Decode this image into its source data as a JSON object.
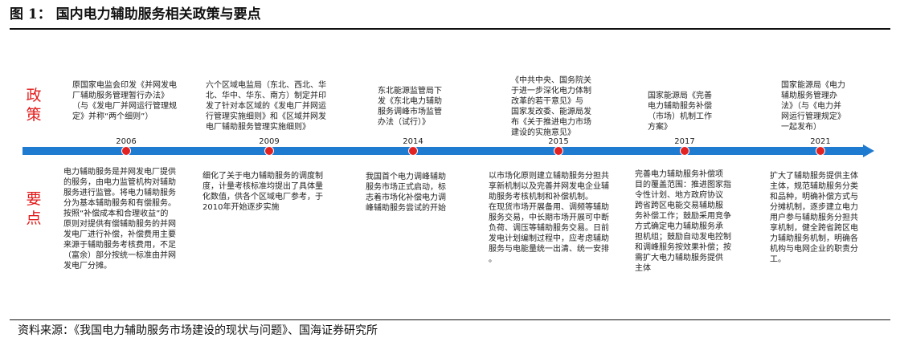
{
  "figure": {
    "title": "图 1：  国内电力辅助服务相关政策与要点",
    "source": "资料来源：《我国电力辅助服务市场建设的现状与问题》、国海证券研究所"
  },
  "labels": {
    "policy": [
      "政",
      "策"
    ],
    "key_points": [
      "要",
      "点"
    ]
  },
  "colors": {
    "timeline": "#1f7bd0",
    "milestone": "#e32222",
    "labels": "#e21b1b"
  },
  "timeline": [
    {
      "year": "2006",
      "policy": "原国家电监会印发《并网发电\n厂辅助服务管理暂行办法》\n（与《发电厂并网运行管理规\n定》并称“两个细则”）",
      "key_points": "电力辅助服务是并网发电厂提供\n的服务，由电力监管机构对辅助\n服务进行监管。将电力辅助服务\n分为基本辅助服务和有偿服务。\n按照“补偿成本和合理收益”的\n原则对提供有偿辅助服务的并网\n发电厂进行补偿，补偿费用主要\n来源于辅助服务考核费用，不足\n（富余）部分按统一标准由并网\n发电厂分摊。"
    },
    {
      "year": "2009",
      "policy": "六个区域电监局（东北、西北、华\n北、华中、华东、南方）制定并印\n发了针对本区域的《发电厂并网运\n行管理实施细则》和《区域并网发\n电厂辅助服务管理实施细则》",
      "key_points": "细化了关于电力辅助服务的调度制\n度，计量考核标准均提出了具体量\n化数值，供各个区域电厂参考，于\n2010年开始逐步实施"
    },
    {
      "year": "2014",
      "policy": "东北能源监管局下\n发《东北电力辅助\n服务调峰市场监管\n办法（试行）》",
      "key_points": "我国首个电力调峰辅助\n服务市场正式启动，标\n志着市场化补偿电力调\n峰辅助服务尝试的开始"
    },
    {
      "year": "2015",
      "policy": "《中共中央、国务院关\n于进一步深化电力体制\n改革的若干意见》与\n国家发改委、能源局发\n布《关于推进电力市场\n建设的实施意见》",
      "key_points": "以市场化原则建立辅助服务分担共\n享新机制以及完善并网发电企业辅\n助服务考核机制和补偿机制。\n在现货市场开展备用、调频等辅助\n服务交易，中长期市场开展可中断\n负荷、调压等辅助服务交易。日前\n发电计划编制过程中，应考虑辅助\n服务与电能量统一出清、统一安排\n。"
    },
    {
      "year": "2017",
      "policy": "国家能源局《完善\n电力辅助服务补偿\n（市场）机制工作\n方案》",
      "key_points": "完善电力辅助服务补偿项\n目的覆盖范围：推进图家指\n令性计划、地方政府协议\n跨省跨区电能交易辅助服\n务补偿工作；鼓励采用竞争\n方式确定电力辅助服务承\n担机组；鼓励自动发电控制\n和调峰服务按效果补偿；按\n需扩大电力辅助服务提供\n主体"
    },
    {
      "year": "2021",
      "policy": "国家能源局《电力\n辅助服务管理办\n法》（与《电力并\n网运行管理规定》\n一起发布）",
      "key_points": "扩大了辅助服务提供主体\n主体，规范辅助服务分类\n和品种，明确补偿方式与\n分摊机制，逐步建立电力\n用户参与辅助服务分担共\n享机制，健全跨省跨区电\n力辅助服务机制，明确各\n机构与电网企业的职责分\n工。"
    }
  ]
}
